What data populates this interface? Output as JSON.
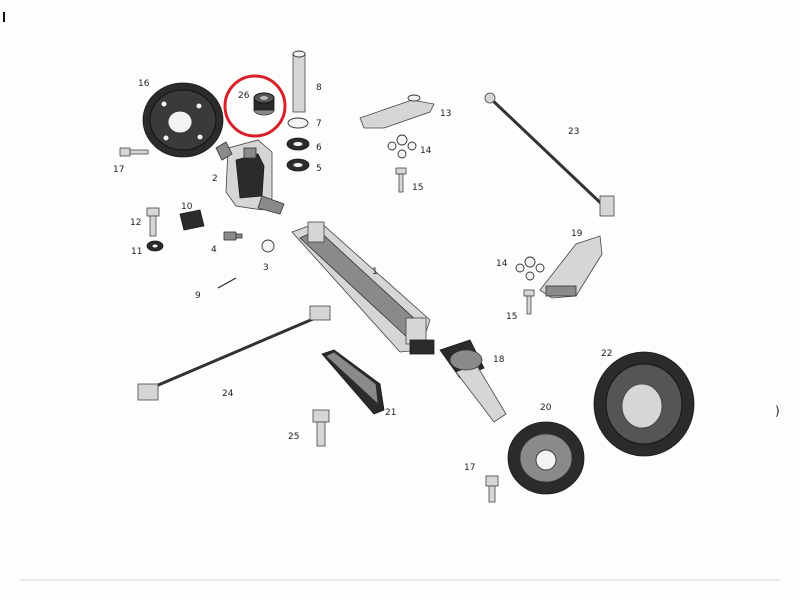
{
  "labels": {
    "p1": "1",
    "p2": "2",
    "p3": "3",
    "p4": "4",
    "p5": "5",
    "p6": "6",
    "p7": "7",
    "p8": "8",
    "p9": "9",
    "p10": "10",
    "p11": "11",
    "p12": "12",
    "p13": "13",
    "p14a": "14",
    "p14b": "14",
    "p15a": "15",
    "p15b": "15",
    "p16": "16",
    "p17a": "17",
    "p17b": "17",
    "p18": "18",
    "p19": "19",
    "p20": "20",
    "p21": "21",
    "p22": "22",
    "p23": "23",
    "p24": "24",
    "p25": "25",
    "p26": "26"
  },
  "margin_mark": ")",
  "colors": {
    "highlight": "#d9202a",
    "ink": "#2a2a2a",
    "paper": "#fdfdfc"
  }
}
